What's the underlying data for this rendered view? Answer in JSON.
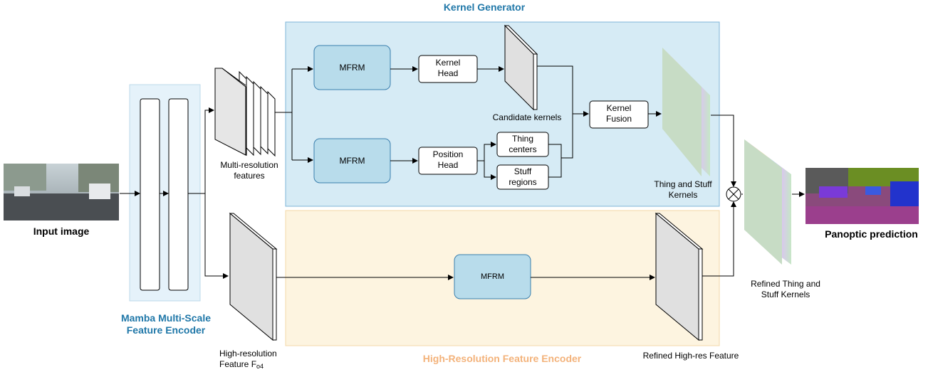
{
  "titles": {
    "kernel_generator": "Kernel Generator",
    "high_res_encoder": "High-Resolution Feature Encoder",
    "mamba_encoder_line1": "Mamba Multi-Scale",
    "mamba_encoder_line2": "Feature Encoder"
  },
  "blocks": {
    "mfrm_top": "MFRM",
    "mfrm_mid": "MFRM",
    "mfrm_low": "MFRM",
    "kernel_head_l1": "Kernel",
    "kernel_head_l2": "Head",
    "position_head_l1": "Position",
    "position_head_l2": "Head",
    "thing_centers_l1": "Thing",
    "thing_centers_l2": "centers",
    "stuff_regions_l1": "Stuff",
    "stuff_regions_l2": "regions",
    "kernel_fusion_l1": "Kernel",
    "kernel_fusion_l2": "Fusion"
  },
  "labels": {
    "input_image": "Input image",
    "panoptic_prediction": "Panoptic prediction",
    "multires_l1": "Multi-resolution",
    "multires_l2": "features",
    "candidate_kernels": "Candidate kernels",
    "thing_stuff_l1": "Thing and Stuff",
    "thing_stuff_l2": "Kernels",
    "refined_thing_l1": "Refined Thing and",
    "refined_thing_l2": "Stuff  Kernels",
    "highres_l1": "High-resolution",
    "highres_l2": "Feature F",
    "highres_sub": "o4",
    "refined_highres": "Refined High-res Feature"
  },
  "colors": {
    "kernel_panel": "#d6ebf5",
    "kernel_panel_border": "#7fb6d8",
    "highres_panel": "#fdf4e0",
    "highres_panel_border": "#f3d9a8",
    "encoder_panel": "#e5f2fa",
    "mfrm_fill": "#b8dceb",
    "mfrm_border": "#3a7fae",
    "title_blue": "#1f77a8",
    "title_orange": "#f3b27a"
  }
}
